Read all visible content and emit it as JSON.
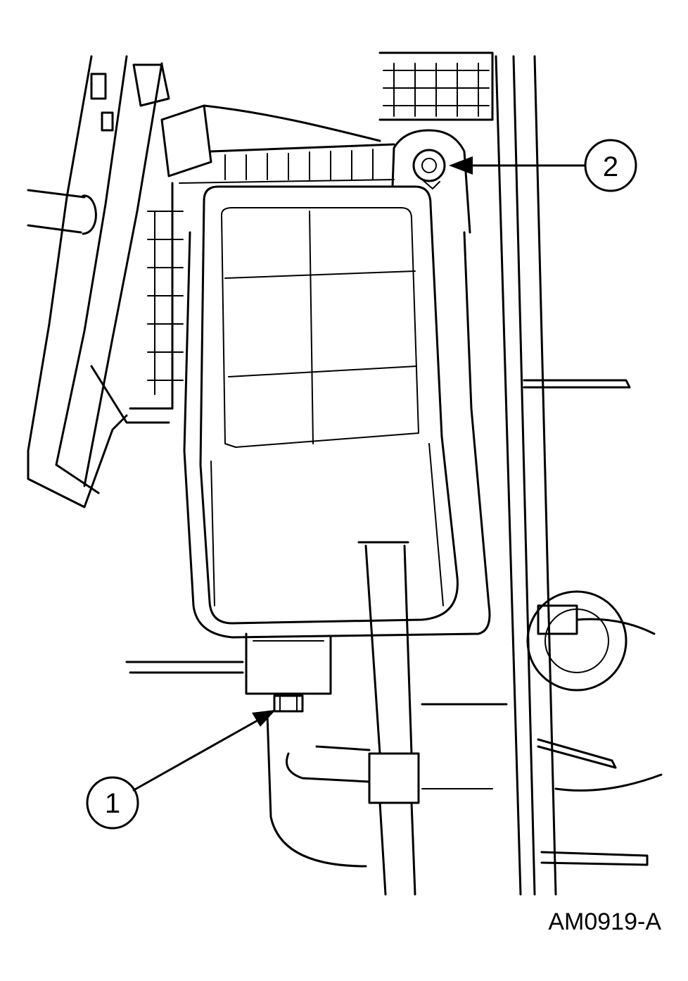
{
  "figure_id": "AM0919-A",
  "callouts": [
    {
      "label": "1",
      "target": "retaining-nut"
    },
    {
      "label": "2",
      "target": "upper-bolt"
    }
  ]
}
